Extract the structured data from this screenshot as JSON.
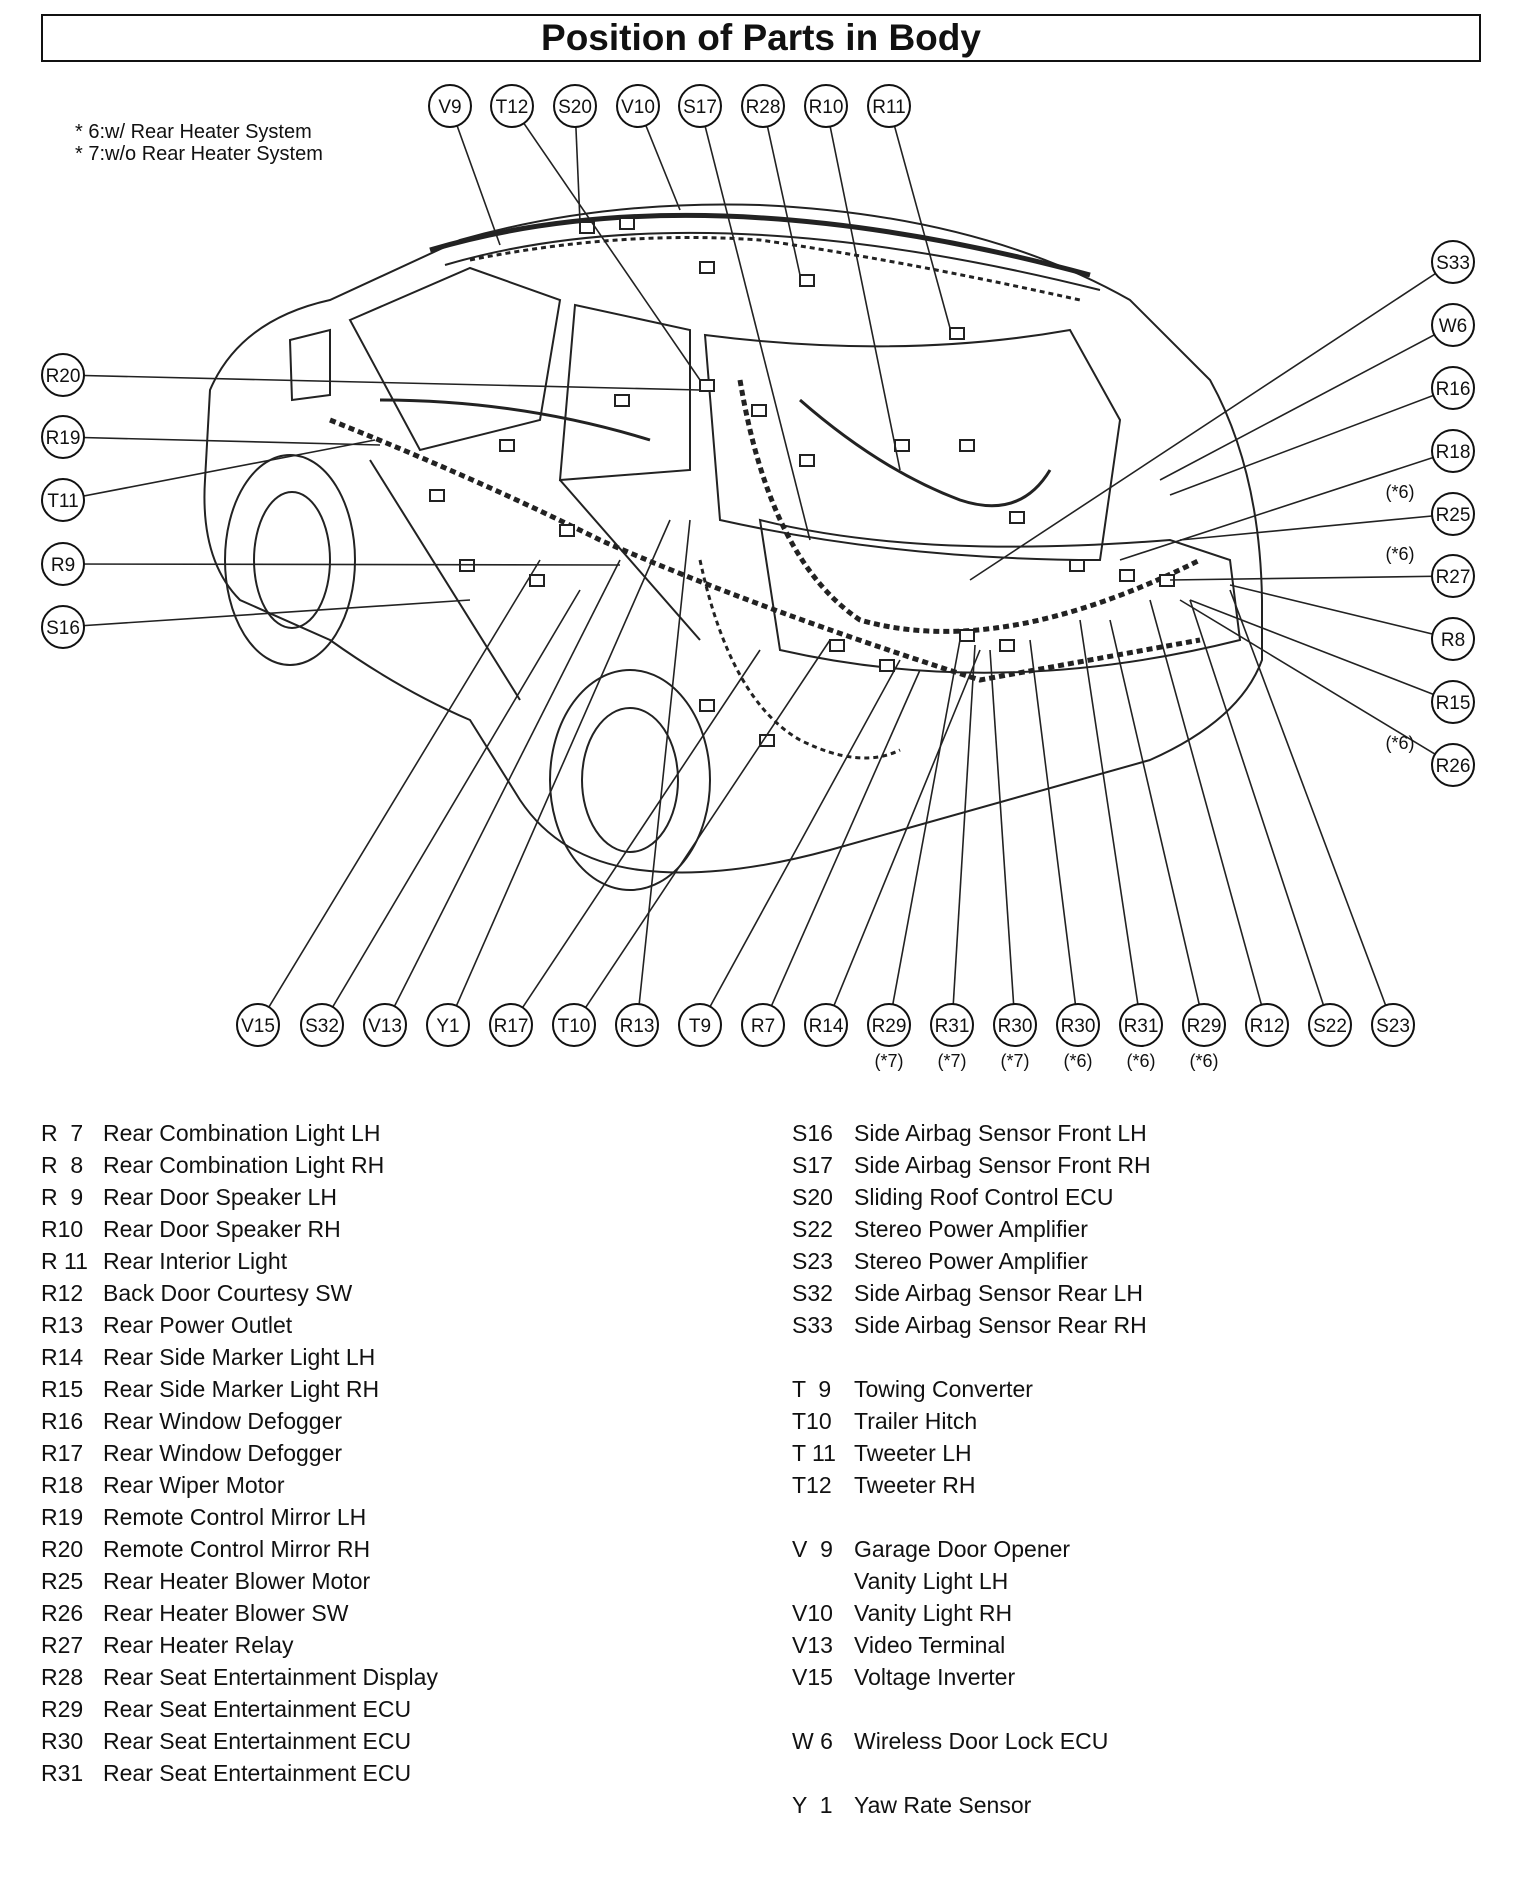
{
  "title": "Position of Parts in Body",
  "notes": [
    "* 6:w/ Rear Heater System",
    "* 7:w/o Rear Heater System"
  ],
  "callouts_top": [
    "V9",
    "T12",
    "S20",
    "V10",
    "S17",
    "R28",
    "R10",
    "R11"
  ],
  "callouts_left": [
    "R20",
    "R19",
    "T11",
    "R9",
    "S16"
  ],
  "callouts_right": [
    {
      "label": "S33",
      "note": ""
    },
    {
      "label": "W6",
      "note": ""
    },
    {
      "label": "R16",
      "note": ""
    },
    {
      "label": "R18",
      "note": ""
    },
    {
      "label": "R25",
      "note": "(*6)"
    },
    {
      "label": "R27",
      "note": "(*6)"
    },
    {
      "label": "R8",
      "note": ""
    },
    {
      "label": "R15",
      "note": ""
    },
    {
      "label": "R26",
      "note": "(*6)"
    }
  ],
  "callouts_bottom": [
    {
      "label": "V15",
      "note": ""
    },
    {
      "label": "S32",
      "note": ""
    },
    {
      "label": "V13",
      "note": ""
    },
    {
      "label": "Y1",
      "note": ""
    },
    {
      "label": "R17",
      "note": ""
    },
    {
      "label": "T10",
      "note": ""
    },
    {
      "label": "R13",
      "note": ""
    },
    {
      "label": "T9",
      "note": ""
    },
    {
      "label": "R7",
      "note": ""
    },
    {
      "label": "R14",
      "note": ""
    },
    {
      "label": "R29",
      "note": "(*7)"
    },
    {
      "label": "R31",
      "note": "(*7)"
    },
    {
      "label": "R30",
      "note": "(*7)"
    },
    {
      "label": "R30",
      "note": "(*6)"
    },
    {
      "label": "R31",
      "note": "(*6)"
    },
    {
      "label": "R29",
      "note": "(*6)"
    },
    {
      "label": "R12",
      "note": ""
    },
    {
      "label": "S22",
      "note": ""
    },
    {
      "label": "S23",
      "note": ""
    }
  ],
  "legend_left": [
    {
      "code": "R  7",
      "name": "Rear Combination Light LH"
    },
    {
      "code": "R  8",
      "name": "Rear Combination Light RH"
    },
    {
      "code": "R  9",
      "name": "Rear Door Speaker LH"
    },
    {
      "code": "R10",
      "name": "Rear Door Speaker RH"
    },
    {
      "code": "R 11",
      "name": "Rear Interior Light"
    },
    {
      "code": "R12",
      "name": "Back Door Courtesy SW"
    },
    {
      "code": "R13",
      "name": "Rear Power Outlet"
    },
    {
      "code": "R14",
      "name": "Rear Side Marker Light LH"
    },
    {
      "code": "R15",
      "name": "Rear Side Marker Light RH"
    },
    {
      "code": "R16",
      "name": "Rear Window Defogger"
    },
    {
      "code": "R17",
      "name": "Rear Window Defogger"
    },
    {
      "code": "R18",
      "name": "Rear Wiper Motor"
    },
    {
      "code": "R19",
      "name": "Remote Control Mirror LH"
    },
    {
      "code": "R20",
      "name": "Remote Control Mirror RH"
    },
    {
      "code": "R25",
      "name": "Rear Heater Blower Motor"
    },
    {
      "code": "R26",
      "name": "Rear Heater Blower SW"
    },
    {
      "code": "R27",
      "name": "Rear Heater Relay"
    },
    {
      "code": "R28",
      "name": "Rear Seat Entertainment Display"
    },
    {
      "code": "R29",
      "name": "Rear Seat Entertainment ECU"
    },
    {
      "code": "R30",
      "name": "Rear Seat Entertainment ECU"
    },
    {
      "code": "R31",
      "name": "Rear Seat Entertainment ECU"
    }
  ],
  "legend_right": [
    {
      "code": "S16",
      "name": "Side Airbag Sensor Front LH"
    },
    {
      "code": "S17",
      "name": "Side Airbag Sensor Front RH"
    },
    {
      "code": "S20",
      "name": "Sliding Roof Control ECU"
    },
    {
      "code": "S22",
      "name": "Stereo Power Amplifier"
    },
    {
      "code": "S23",
      "name": "Stereo Power Amplifier"
    },
    {
      "code": "S32",
      "name": "Side Airbag Sensor Rear LH"
    },
    {
      "code": "S33",
      "name": "Side Airbag Sensor Rear RH"
    },
    null,
    {
      "code": "T  9",
      "name": "Towing Converter"
    },
    {
      "code": "T10",
      "name": "Trailer Hitch"
    },
    {
      "code": "T 11",
      "name": "Tweeter LH"
    },
    {
      "code": "T12",
      "name": "Tweeter RH"
    },
    null,
    {
      "code": "V  9",
      "name": "Garage Door Opener"
    },
    {
      "code": "",
      "name": "Vanity Light LH"
    },
    {
      "code": "V10",
      "name": "Vanity Light RH"
    },
    {
      "code": "V13",
      "name": "Video Terminal"
    },
    {
      "code": "V15",
      "name": "Voltage Inverter"
    },
    null,
    {
      "code": "W 6",
      "name": "Wireless Door Lock ECU"
    },
    null,
    {
      "code": "Y  1",
      "name": "Yaw Rate Sensor"
    }
  ]
}
